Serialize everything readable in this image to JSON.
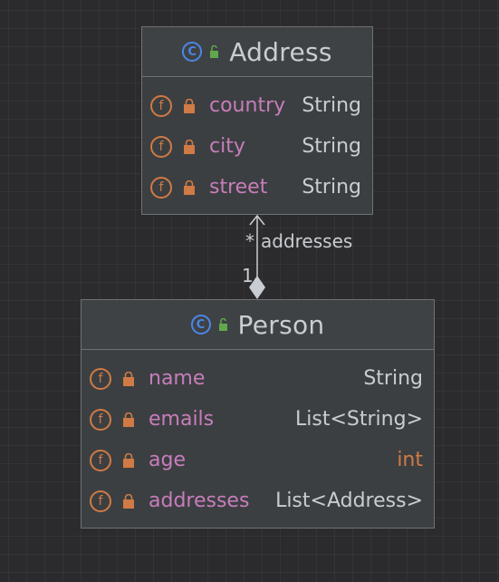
{
  "classes": {
    "address": {
      "name": "Address",
      "kind_icon": "class-icon",
      "kind_glyph": "C",
      "visibility_icon": "unlock-icon",
      "fields": [
        {
          "icon_glyph": "f",
          "name": "country",
          "type": "String"
        },
        {
          "icon_glyph": "f",
          "name": "city",
          "type": "String"
        },
        {
          "icon_glyph": "f",
          "name": "street",
          "type": "String"
        }
      ]
    },
    "person": {
      "name": "Person",
      "kind_icon": "class-icon",
      "kind_glyph": "C",
      "visibility_icon": "unlock-icon",
      "fields": [
        {
          "icon_glyph": "f",
          "name": "name",
          "type": "String"
        },
        {
          "icon_glyph": "f",
          "name": "emails",
          "type": "List<String>"
        },
        {
          "icon_glyph": "f",
          "name": "age",
          "type": "int"
        },
        {
          "icon_glyph": "f",
          "name": "addresses",
          "type": "List<Address>"
        }
      ]
    }
  },
  "relation": {
    "type": "composition",
    "role": "addresses",
    "target_multiplicity": "*",
    "source_multiplicity": "1"
  },
  "colors": {
    "background": "#2b2b2d",
    "box": "#3c3f41",
    "border": "#6e7275",
    "class_icon": "#4a86e8",
    "field_icon": "#d07a45",
    "field_name": "#c77dbb",
    "type_text": "#c9cdd1",
    "lock_private": "#d07a45",
    "lock_public": "#5fa84e"
  }
}
